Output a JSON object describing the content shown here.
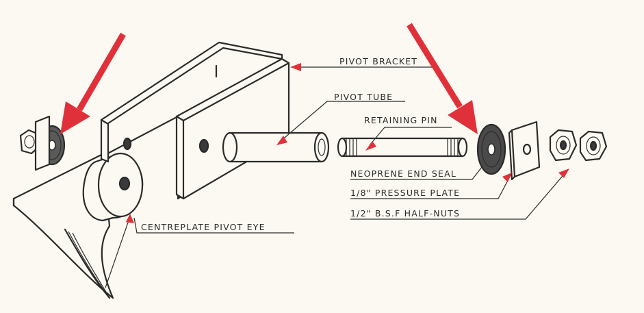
{
  "labels": {
    "pivot_bracket": "PIVOT BRACKET",
    "pivot_tube": "PIVOT TUBE",
    "retaining_pin": "RETAINING PIN",
    "neoprene_end_seal": "NEOPRENE END SEAL",
    "pressure_plate": "1/8\" PRESSURE PLATE",
    "half_nuts": "1/2\" B.S.F HALF-NUTS",
    "centreplate_pivot_eye": "CENTREPLATE PIVOT EYE"
  },
  "colors": {
    "ink": "#2b2b2b",
    "paper": "#fbf9f1",
    "highlight_arrow": "#e0313a"
  }
}
